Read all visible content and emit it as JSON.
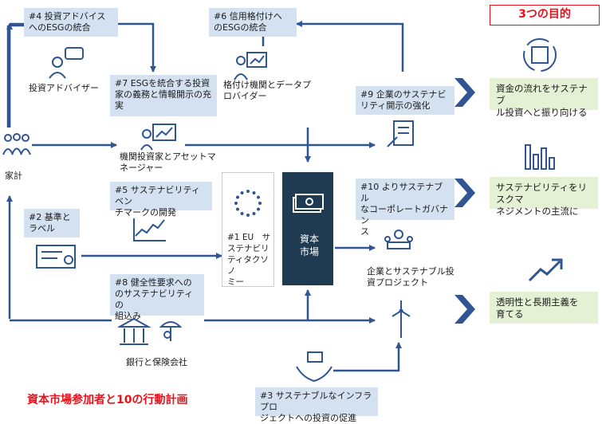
{
  "title_goals": "3つの目的",
  "title_main": "資本市場参加者と10の行動計画",
  "actions": {
    "a4": "#4 投資アドバイス\nへのESGの統合",
    "a6": "#6 信用格付けへ\nのESGの統合",
    "a7": "#7 ESGを統合する投資\n家の義務と情報開示の充\n実",
    "a9": "#9 企業のサステナビ\nリティ開示の強化",
    "a5": "#5 サステナビリティベン\nチマークの開発",
    "a10": "#10 よりサステナブル\nなコーポレートガバナン\nス",
    "a2": "#2 基準と\nラベル",
    "a8": "#8 健全性要求への\nのサステナビリティの\n組込み",
    "a3": "#3 サステナブルなインフラプロ\nジェクトへの投資の促進"
  },
  "actors": {
    "advisor": "投資アドバイザー",
    "rating": "格付け機関とデータプ\nロバイダー",
    "household": "家計",
    "institutional": "機関投資家とアセットマ\nネージャー",
    "banks": "銀行と保険会社",
    "projects": "企業とサステナブル投\n資プロジェクト"
  },
  "center": {
    "taxonomy": "#1 EU　サ\nステナビリ\nティタクソノ\nミー",
    "market": "資本\n市場"
  },
  "goals": [
    "資金の流れをサステナブ\nル投資へと振り向ける",
    "サステナビリティをリスクマ\nネジメントの主流に",
    "透明性と長期主義を\n育てる"
  ],
  "colors": {
    "arrow": "#2f5592",
    "box": "#d3e1f1",
    "goal": "#e4f1d4",
    "market": "#1e3b52",
    "red": "#e8111b"
  }
}
